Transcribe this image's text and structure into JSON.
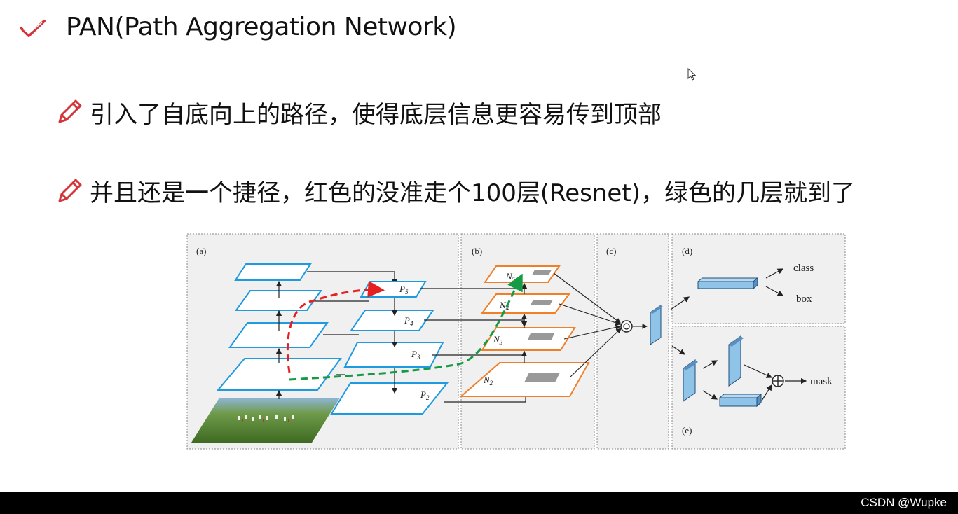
{
  "slide": {
    "title": "PAN(Path Aggregation Network)",
    "bullets": [
      "引入了自底向上的路径，使得底层信息更容易传到顶部",
      "并且还是一个捷径，红色的没准走个100层(Resnet)，绿色的几层就到了"
    ]
  },
  "diagram": {
    "panel_labels": [
      "(a)",
      "(b)",
      "(c)",
      "(d)",
      "(e)"
    ],
    "p_labels": [
      "P",
      "P",
      "P",
      "P"
    ],
    "p_subs": [
      "5",
      "4",
      "3",
      "2"
    ],
    "n_labels": [
      "N",
      "N",
      "N",
      "N"
    ],
    "n_subs": [
      "5",
      "4",
      "3",
      "2"
    ],
    "outputs": {
      "class": "class",
      "box": "box",
      "mask": "mask"
    },
    "colors": {
      "fpn_blue": "#1e9be0",
      "pan_orange": "#f07f28",
      "red_path": "#e52020",
      "green_path": "#169b45",
      "block_fill": "#8fc3e8"
    }
  },
  "footer": {
    "watermark": "CSDN @Wupke"
  }
}
